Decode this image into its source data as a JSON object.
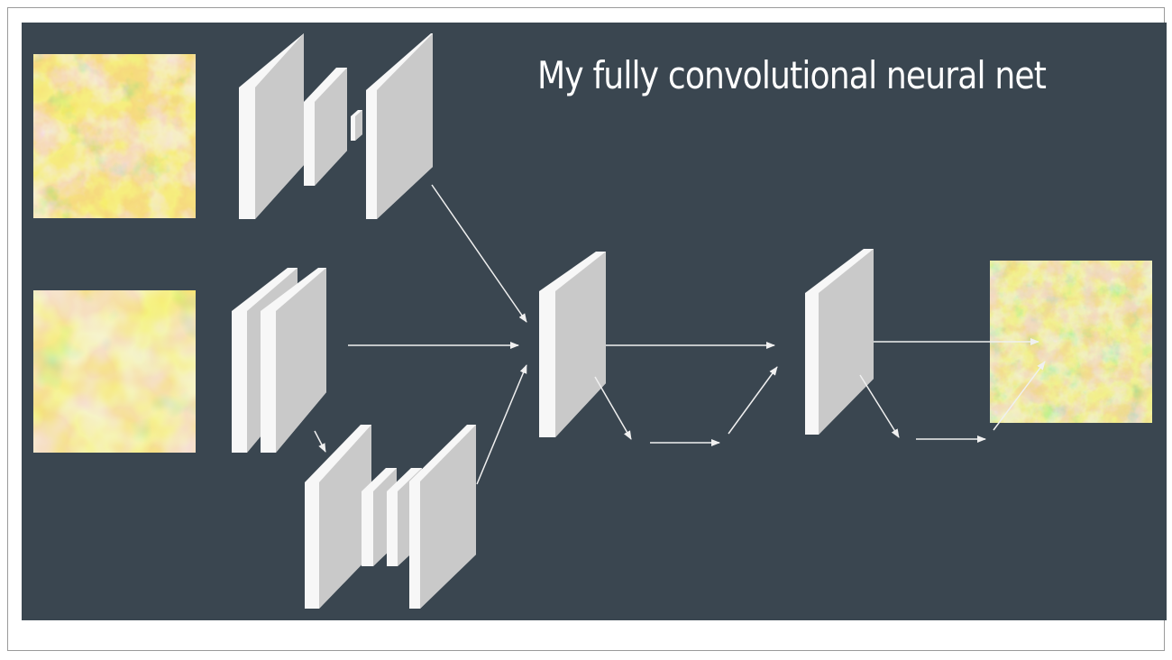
{
  "slide": {
    "title": "My fully convolutional neural net",
    "colors": {
      "background": "#3a4650",
      "block_front": "#c9c9c9",
      "block_side": "#f7f7f7",
      "arrow": "#f0f0f0"
    }
  },
  "images": [
    {
      "name": "input-terrain-map-1",
      "palette": "green-yellow-tan-white"
    },
    {
      "name": "input-terrain-map-2",
      "palette": "green-yellow-tan-white"
    },
    {
      "name": "output-terrain-map",
      "palette": "green-yellow-tan"
    }
  ],
  "network": {
    "branches": [
      "top-encoder",
      "middle-convolutions",
      "bottom-encoder"
    ],
    "merge_stages": 2
  }
}
